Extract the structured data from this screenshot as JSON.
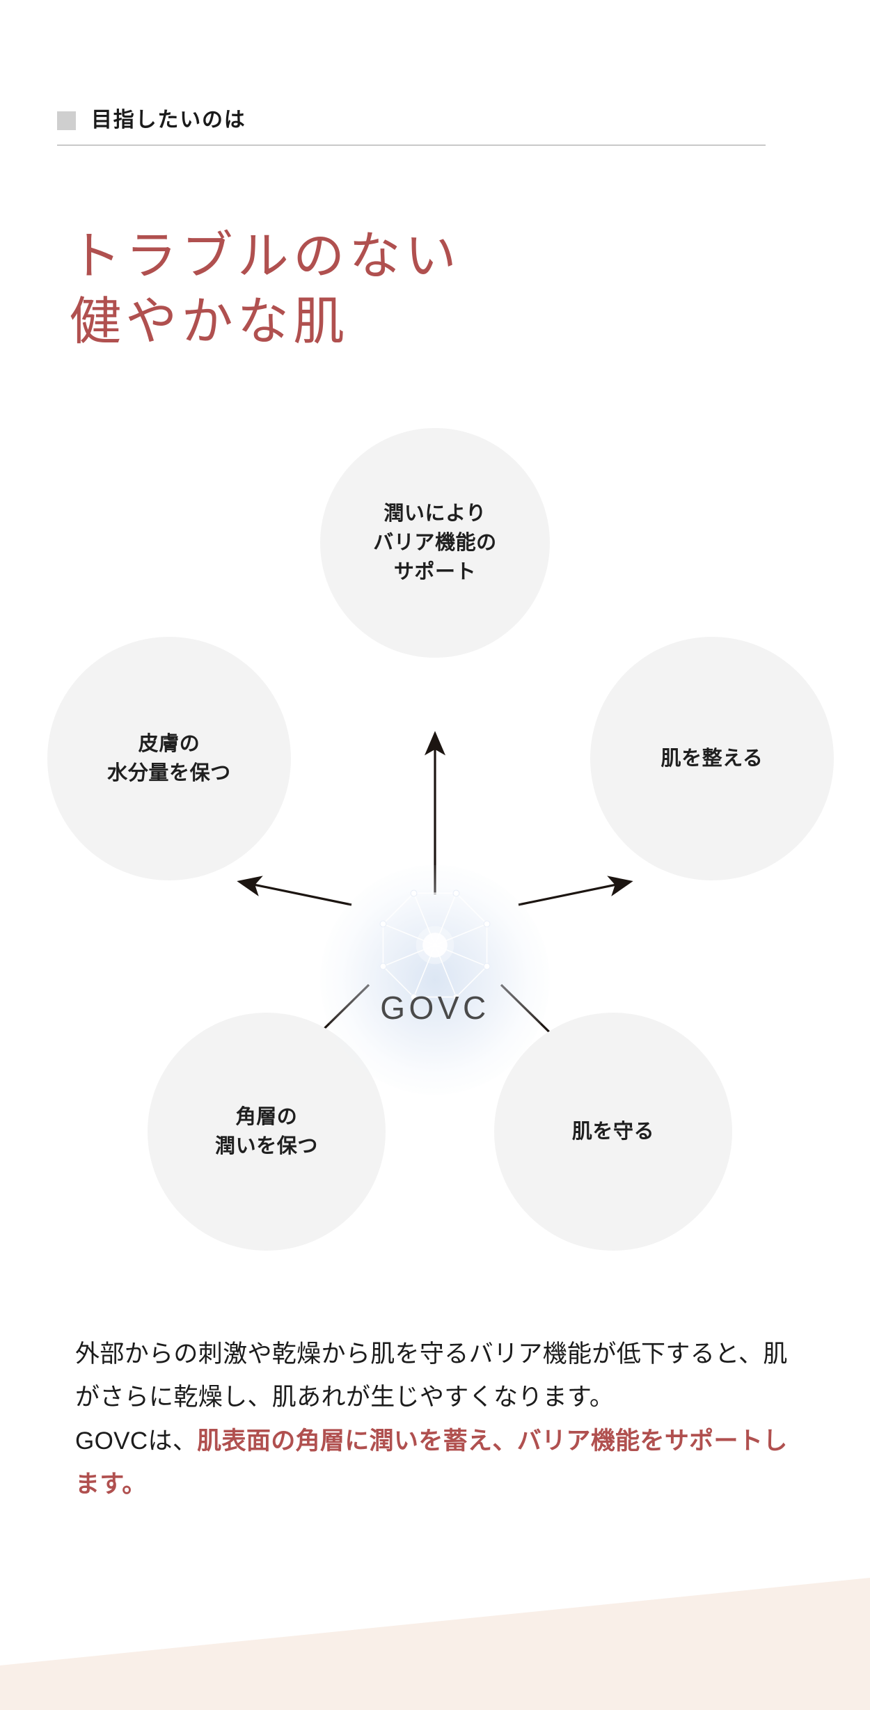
{
  "section": {
    "eyebrow": "目指したいのは",
    "bullet_color": "#cfcfcf",
    "rule_color": "#9a9a9a"
  },
  "heading": {
    "line1": "トラブルのない",
    "line2": "健やかな肌",
    "color": "#b0504f"
  },
  "diagram": {
    "hub": {
      "brand": "GOVC",
      "logo_icon": "octagon-network-starburst-icon",
      "glow_color": "#d6e2f2"
    },
    "circle_fill": "#f3f3f3",
    "nodes": [
      {
        "id": "barrier-support",
        "position": "top",
        "lines": [
          "潤いにより",
          "バリア機能の",
          "サポート"
        ]
      },
      {
        "id": "skin-moisture",
        "position": "left",
        "lines": [
          "皮膚の",
          "水分量を保つ"
        ]
      },
      {
        "id": "skin-condition",
        "position": "right",
        "lines": [
          "肌を整える"
        ]
      },
      {
        "id": "stratum-corneum",
        "position": "bottom-left",
        "lines": [
          "角層の",
          "潤いを保つ"
        ]
      },
      {
        "id": "skin-protection",
        "position": "bottom-right",
        "lines": [
          "肌を守る"
        ]
      }
    ]
  },
  "body": {
    "paragraph1": "外部からの刺激や乾燥から肌を守るバリア機能が低下すると、肌がさらに乾燥し、肌あれが生じやすくなります。",
    "paragraph2_prefix": "GOVCは、",
    "paragraph2_emphasis": "肌表面の角層に潤いを蓄え、バリア機能をサポートします。"
  },
  "decoration": {
    "wedge_color": "#f9efe8"
  }
}
